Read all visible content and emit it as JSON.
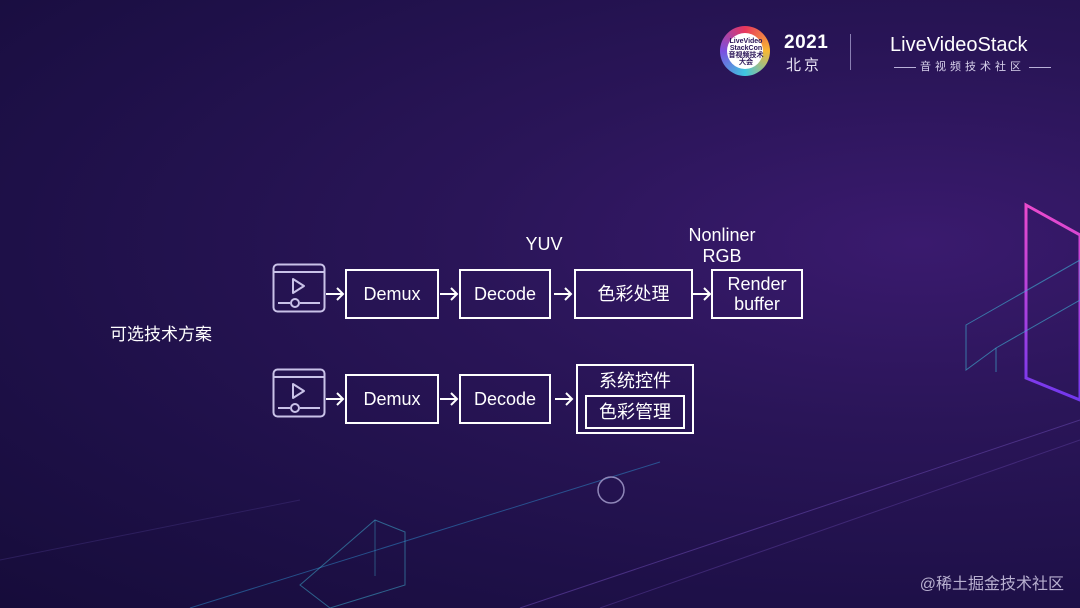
{
  "header": {
    "event_logo_text": "LiveVideo StackCon 音视频技术大会",
    "year": "2021",
    "city": "北京",
    "brand_prefix": "Live",
    "brand_name": "LiveVideoStack",
    "brand_sub": "音视频技术社区"
  },
  "side_label": "可选技术方案",
  "row1": {
    "annotation_yuv": "YUV",
    "annotation_nonliner": "Nonliner",
    "annotation_rgb": "RGB",
    "demux": "Demux",
    "decode": "Decode",
    "color_process": "色彩处理",
    "render_line1": "Render",
    "render_line2": "buffer"
  },
  "row2": {
    "demux": "Demux",
    "decode": "Decode",
    "system_control": "系统控件",
    "color_management": "色彩管理"
  },
  "icons": [
    "video-player-icon",
    "arrow-right-icon"
  ],
  "colors": {
    "background": "#1e1048",
    "box_stroke": "#ffffff",
    "icon_stroke": "#c9c2e8",
    "accent_pink": "#e040c0"
  },
  "watermark": "@稀土掘金技术社区"
}
